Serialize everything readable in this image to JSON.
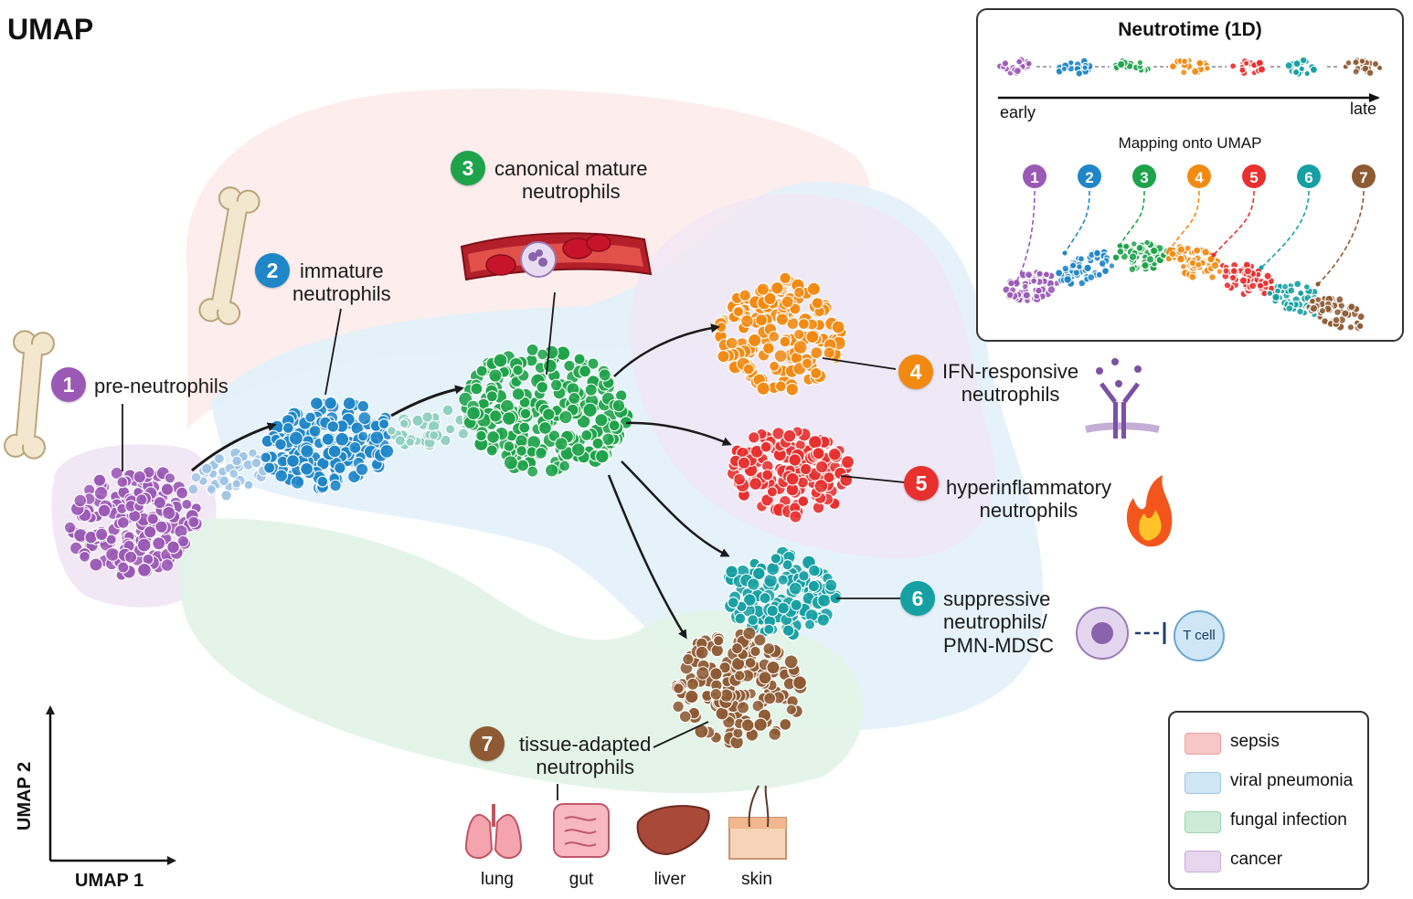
{
  "title": "UMAP",
  "clusters": [
    {
      "num": "1",
      "line1": "pre-neutrophils",
      "line2": "",
      "color": "#9b59b6"
    },
    {
      "num": "2",
      "line1": "immature",
      "line2": "neutrophils",
      "color": "#1f86c8"
    },
    {
      "num": "3",
      "line1": "canonical mature",
      "line2": "neutrophils",
      "color": "#1fa34a"
    },
    {
      "num": "4",
      "line1": "IFN-responsive",
      "line2": "neutrophils",
      "color": "#f28a12"
    },
    {
      "num": "5",
      "line1": "hyperinflammatory",
      "line2": "neutrophils",
      "color": "#e8302f"
    },
    {
      "num": "6",
      "line1": "suppressive",
      "line2": "neutrophils/",
      "line3": "PMN-MDSC",
      "color": "#16a0a3"
    },
    {
      "num": "7",
      "line1": "tissue-adapted",
      "line2": "neutrophils",
      "color": "#8e5a33"
    }
  ],
  "inset": {
    "title": "Neutrotime (1D)",
    "early": "early",
    "late": "late",
    "mapping_title": "Mapping onto UMAP",
    "numbers": [
      "1",
      "2",
      "3",
      "4",
      "5",
      "6",
      "7"
    ]
  },
  "axes": {
    "x": "UMAP 1",
    "y": "UMAP 2"
  },
  "organs": [
    "lung",
    "gut",
    "liver",
    "skin"
  ],
  "tcell_label": "T cell",
  "legend": [
    {
      "label": "sepsis",
      "color": "#f7c6c6"
    },
    {
      "label": "viral pneumonia",
      "color": "#cfe6f5"
    },
    {
      "label": "fungal infection",
      "color": "#cdebd7"
    },
    {
      "label": "cancer",
      "color": "#e6d6ee"
    }
  ],
  "colors": {
    "bg_sepsis": "#fdecec",
    "bg_viral": "#e4f1fa",
    "bg_fungal": "#e3f3e8",
    "bg_cancer": "#f1e6f4",
    "bone": "#f3e7cf",
    "arrow": "#1a1a1a"
  }
}
